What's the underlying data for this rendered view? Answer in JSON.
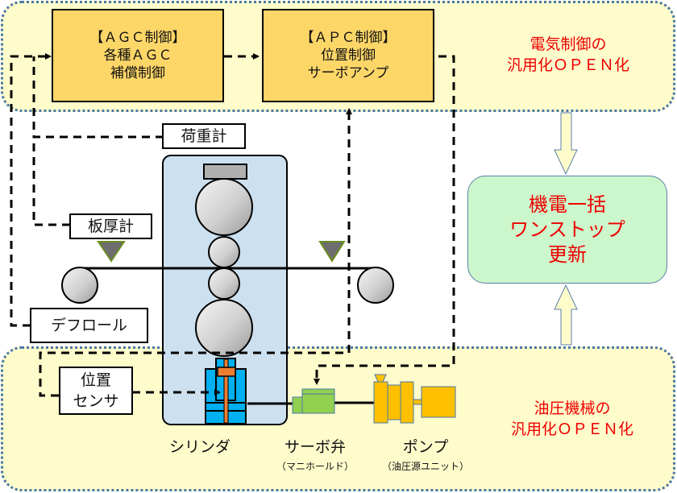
{
  "zones": {
    "electrical": {
      "title_line1": "電気制御の",
      "title_line2": "汎用化ＯＰＥＮ化"
    },
    "hydraulic": {
      "title_line1": "油圧機械の",
      "title_line2": "汎用化ＯＰＥＮ化"
    }
  },
  "control_blocks": {
    "agc": {
      "line1": "【ＡＧＣ制御】",
      "line2": "各種ＡＧＣ",
      "line3": "補償制御"
    },
    "apc": {
      "line1": "【ＡＰＣ制御】",
      "line2": "位置制御",
      "line3": "サーボアンプ"
    }
  },
  "sensors": {
    "load_cell": "荷重計",
    "thickness_gauge": "板厚計",
    "deflector_roll": "デフロール",
    "position_sensor_line1": "位置",
    "position_sensor_line2": "センサ"
  },
  "equipment": {
    "cylinder": "シリンダ",
    "servo_valve": "サーボ弁",
    "servo_valve_sub": "（マニホールド）",
    "pump": "ポンプ",
    "pump_sub": "（油圧源ユニット）"
  },
  "result": {
    "line1": "機電一括",
    "line2": "ワンストップ",
    "line3": "更新"
  },
  "colors": {
    "zone_fill": "#fffccc",
    "zone_border": "#4a78a8",
    "control_fill": "#fdd668",
    "mill_fill": "#cde0ef",
    "cylinder_blue": "#00b0f0",
    "piston_orange": "#ed7d31",
    "servo_green": "#92d050",
    "pump_yellow": "#ffc000",
    "result_fill": "#ccf7cc",
    "accent_red": "#ee0000"
  }
}
